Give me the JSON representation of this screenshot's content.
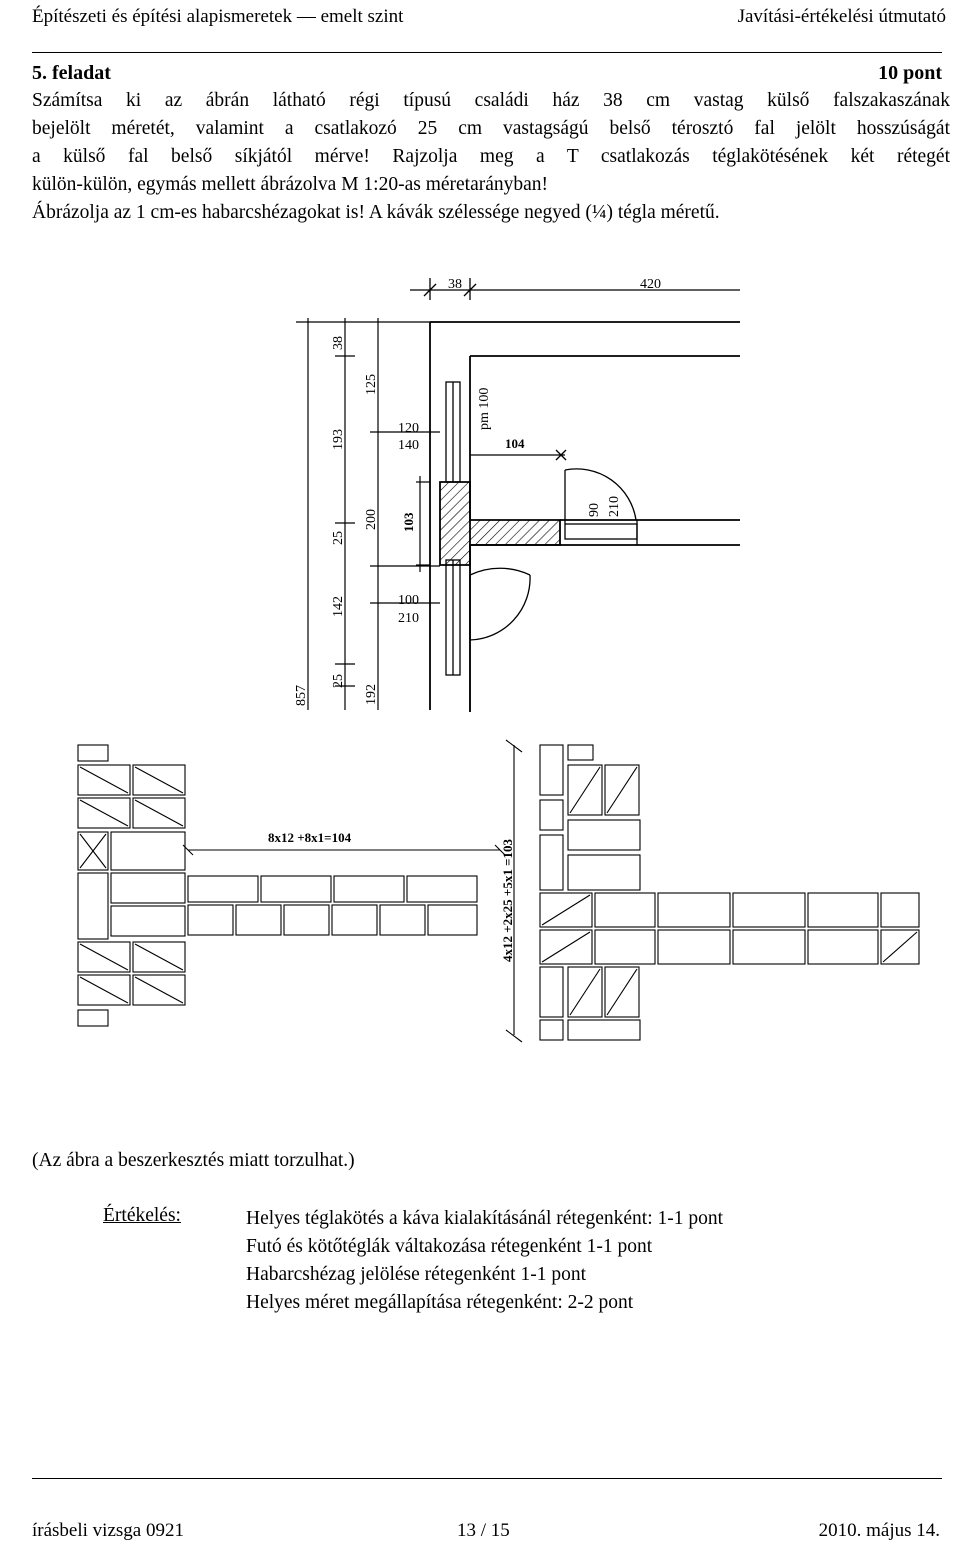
{
  "header": {
    "left": "Építészeti és építési alapismeretek — emelt szint",
    "right": "Javítási-értékelési útmutató"
  },
  "task": {
    "title": "5. feladat",
    "points": "10 pont",
    "lines": [
      "Számítsa ki az ábrán látható régi típusú családi ház 38 cm vastag külső falszakaszának",
      "bejelölt méretét, valamint a csatlakozó 25 cm vastagságú belső térosztó fal jelölt hosszúságát",
      "a külső fal belső síkjától mérve! Rajzolja meg a T csatlakozás téglakötésének két rétegét",
      "külön-külön, egymás mellett ábrázolva M 1:20-as méretarányban!",
      "Ábrázolja az 1 cm-es habarcshézagokat is! A kávák szélessége negyed (¼) tégla méretű."
    ]
  },
  "plan": {
    "top_dims": [
      "38",
      "420"
    ],
    "left_dims": [
      "38",
      "125",
      "193",
      "25",
      "200",
      "142",
      "25",
      "192",
      "857"
    ],
    "opening_top": [
      "120",
      "140"
    ],
    "opening_bottom": [
      "100",
      "210"
    ],
    "parapet": "pm 100",
    "target_dim": "104",
    "wall_dim": "103",
    "door_dims": [
      "90",
      "210"
    ]
  },
  "layers": {
    "left_formula": "8x12 +8x1=104",
    "right_formula": "4x12 +2x25 +5x1 =103"
  },
  "caption": "(Az ábra a beszerkesztés miatt torzulhat.)",
  "evaluation": {
    "label": "Értékelés:",
    "items": [
      "Helyes téglakötés a káva kialakításánál rétegenként: 1-1 pont",
      "Futó és kötőtéglák váltakozása rétegenként 1-1 pont",
      "Habarcshézag jelölése rétegenként 1-1 pont",
      "Helyes méret megállapítása rétegenként: 2-2 pont"
    ]
  },
  "footer": {
    "left": "írásbeli vizsga 0921",
    "center": "13 / 15",
    "right": "2010. május 14."
  }
}
